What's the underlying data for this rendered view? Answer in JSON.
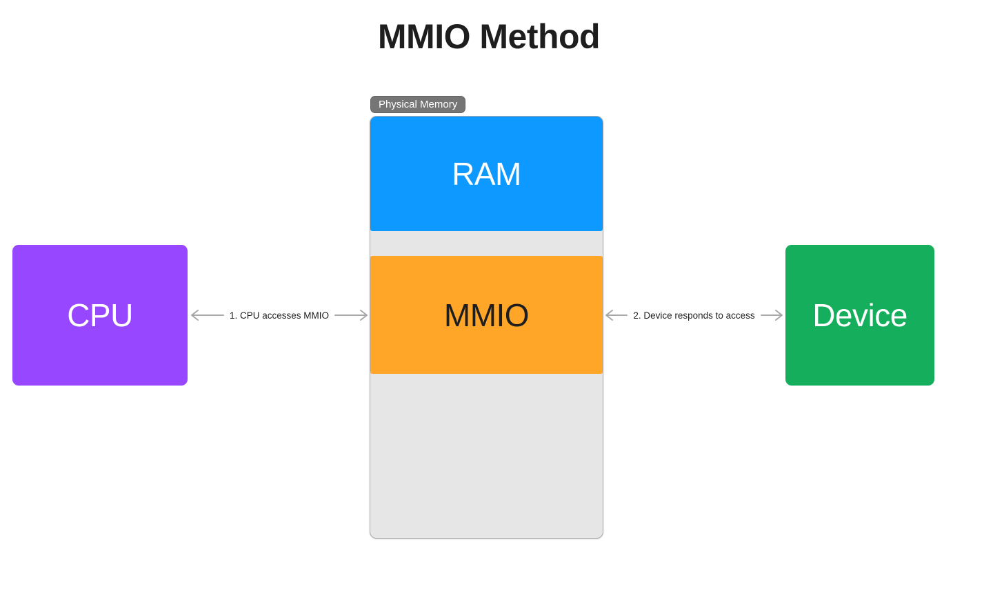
{
  "title": "MMIO Method",
  "memory": {
    "badge_label": "Physical Memory",
    "ram_label": "RAM",
    "mmio_label": "MMIO"
  },
  "nodes": {
    "cpu_label": "CPU",
    "device_label": "Device"
  },
  "arrows": [
    {
      "label": "1. CPU accesses MMIO"
    },
    {
      "label": "2. Device responds to access"
    }
  ],
  "colors": {
    "ram_blue": "#0D99FF",
    "mmio_orange": "#FFA629",
    "cpu_purple": "#9747FF",
    "device_green": "#14AE5C",
    "memory_bg": "#E6E6E6",
    "memory_border": "#A9A9A9",
    "badge_gray": "#757575",
    "arrow_gray": "#A8A8A8",
    "text_dark": "#1E1E1E"
  }
}
